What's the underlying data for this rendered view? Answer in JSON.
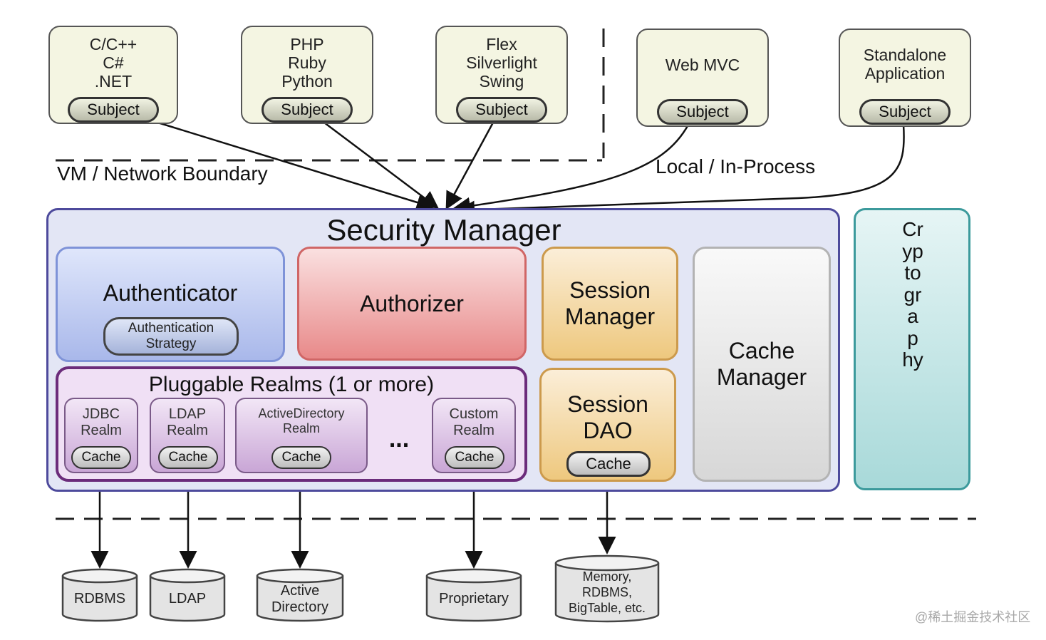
{
  "clients": [
    {
      "lines": "C/C++\nC#\n.NET",
      "subject": "Subject"
    },
    {
      "lines": "PHP\nRuby\nPython",
      "subject": "Subject"
    },
    {
      "lines": "Flex\nSilverlight\nSwing",
      "subject": "Subject"
    },
    {
      "lines": "Web MVC",
      "subject": "Subject"
    },
    {
      "lines": "Standalone\nApplication",
      "subject": "Subject"
    }
  ],
  "boundary_labels": {
    "network": "VM / Network Boundary",
    "local": "Local / In-Process"
  },
  "security_manager": {
    "title": "Security Manager",
    "authenticator": {
      "title": "Authenticator",
      "strategy": "Authentication\nStrategy"
    },
    "authorizer": {
      "title": "Authorizer"
    },
    "session_manager": {
      "title": "Session\nManager"
    },
    "cache_manager": {
      "title": "Cache\nManager"
    },
    "session_dao": {
      "title": "Session\nDAO",
      "cache": "Cache"
    },
    "realms": {
      "title": "Pluggable Realms (1 or more)",
      "ellipsis": "...",
      "items": [
        {
          "title": "JDBC\nRealm",
          "cache": "Cache"
        },
        {
          "title": "LDAP\nRealm",
          "cache": "Cache"
        },
        {
          "title": "ActiveDirectory\nRealm",
          "cache": "Cache"
        },
        {
          "title": "Custom\nRealm",
          "cache": "Cache"
        }
      ]
    }
  },
  "cryptography": "Cryptography",
  "datastores": [
    {
      "label": "RDBMS"
    },
    {
      "label": "LDAP"
    },
    {
      "label": "Active\nDirectory"
    },
    {
      "label": "Proprietary"
    },
    {
      "label": "Memory,\nRDBMS,\nBigTable, etc."
    }
  ],
  "watermark": "@稀土掘金技术社区",
  "colors": {
    "authenticator": "#a9b8ea",
    "authorizer": "#e88989",
    "session": "#eec87e",
    "cache_manager": "#d7d7d7",
    "realms_border": "#6b2c7b",
    "cryptography": "#3c9a9c",
    "security_manager_border": "#4d4a9c"
  }
}
